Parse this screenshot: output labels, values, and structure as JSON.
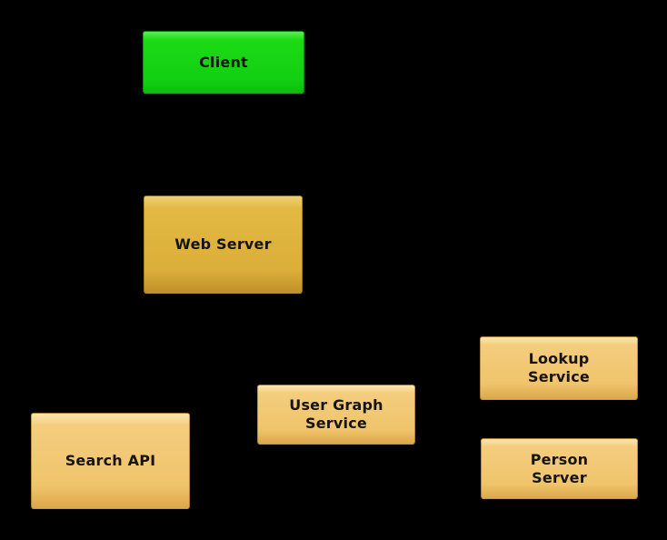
{
  "diagram": {
    "background_color": "#000000",
    "text_color": "#161310",
    "nodes": [
      {
        "id": "client",
        "label": "Client",
        "lines": [
          "Client"
        ],
        "fill": "#14d414",
        "fill_style": "green"
      },
      {
        "id": "web-server",
        "label": "Web Server",
        "lines": [
          "Web Server"
        ],
        "fill": "#dfb33d",
        "fill_style": "gold"
      },
      {
        "id": "search-api",
        "label": "Search API",
        "lines": [
          "Search API"
        ],
        "fill": "#f3cb7d",
        "fill_style": "tan"
      },
      {
        "id": "user-graph-service",
        "label": "User Graph Service",
        "lines": [
          "User Graph",
          "Service"
        ],
        "fill": "#f3cb7d",
        "fill_style": "tan"
      },
      {
        "id": "lookup-service",
        "label": "Lookup Service",
        "lines": [
          "Lookup",
          "Service"
        ],
        "fill": "#f3cb7d",
        "fill_style": "tan"
      },
      {
        "id": "person-server",
        "label": "Person Server",
        "lines": [
          "Person",
          "Server"
        ],
        "fill": "#f3cb7d",
        "fill_style": "tan"
      }
    ]
  }
}
